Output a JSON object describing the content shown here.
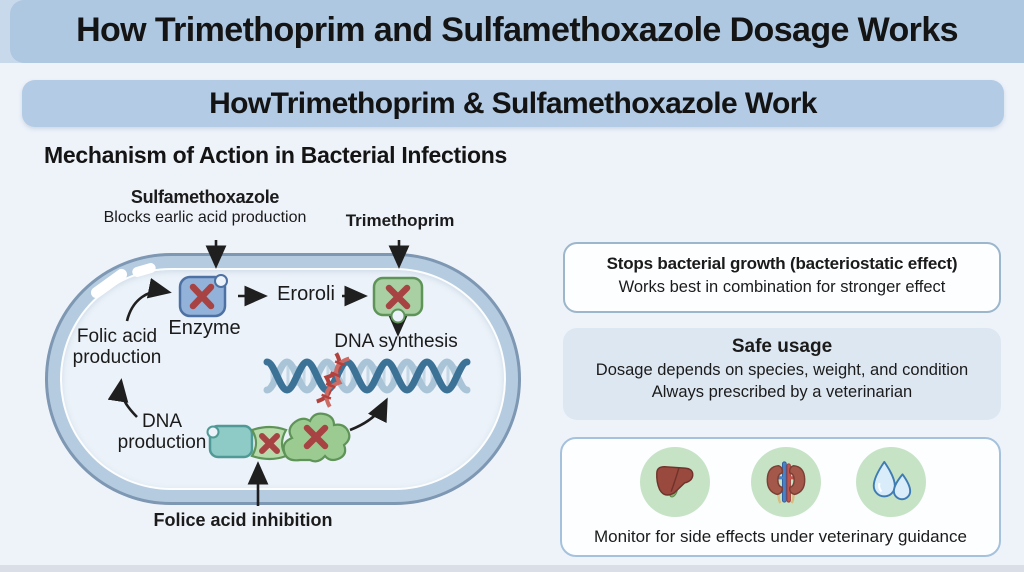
{
  "header": {
    "title": "How Trimethoprim and Sulfamethoxazole Dosage Works"
  },
  "subheader": {
    "title": "HowTrimethoprim & Sulfamethoxazole Work"
  },
  "section": {
    "title": "Mechanism of Action in Bacterial Infections"
  },
  "diagram": {
    "sulfamethoxazole_label": "Sulfamethoxazole",
    "sulfamethoxazole_sublabel": "Blocks earlic acid production",
    "trimethoprim_label": "Trimethoprim",
    "enzyme_label": "Enzyme",
    "eroroli_label": "Eroroli",
    "folic_acid_label": "Folic acid\nproduction",
    "dna_synthesis_label": "DNA synthesis",
    "dna_production_label": "DNA\nproduction",
    "folic_inhibition_label": "Folice acid inhibition"
  },
  "cards": [
    {
      "title": "Stops bacterial growth (bacteriostatic effect)",
      "body": "Works best in combination for stronger effect"
    },
    {
      "title": "Safe usage",
      "line1": "Dosage depends on species, weight, and condition",
      "line2": "Always prescribed by a veterinarian"
    },
    {
      "icons": [
        "liver-icon",
        "kidneys-icon",
        "water-drops-icon"
      ],
      "body": "Monitor for side effects under veterinary guidance"
    }
  ],
  "colors": {
    "header_banner": "#aec8e2",
    "sub_banner": "#b3cbe4",
    "background": "#eef3fa",
    "cell_wall": "#b5cbdf",
    "cell_interior": "#ebf2f9",
    "enzyme_blue": "#92b2da",
    "blob_green": "#a8d0a2",
    "blob_teal": "#8ecbc6",
    "block_red": "#a84343",
    "dna_blue": "#3c7295",
    "icon_circle_green": "#c6e3c6",
    "card_fill_blue": "#dde7f2"
  }
}
